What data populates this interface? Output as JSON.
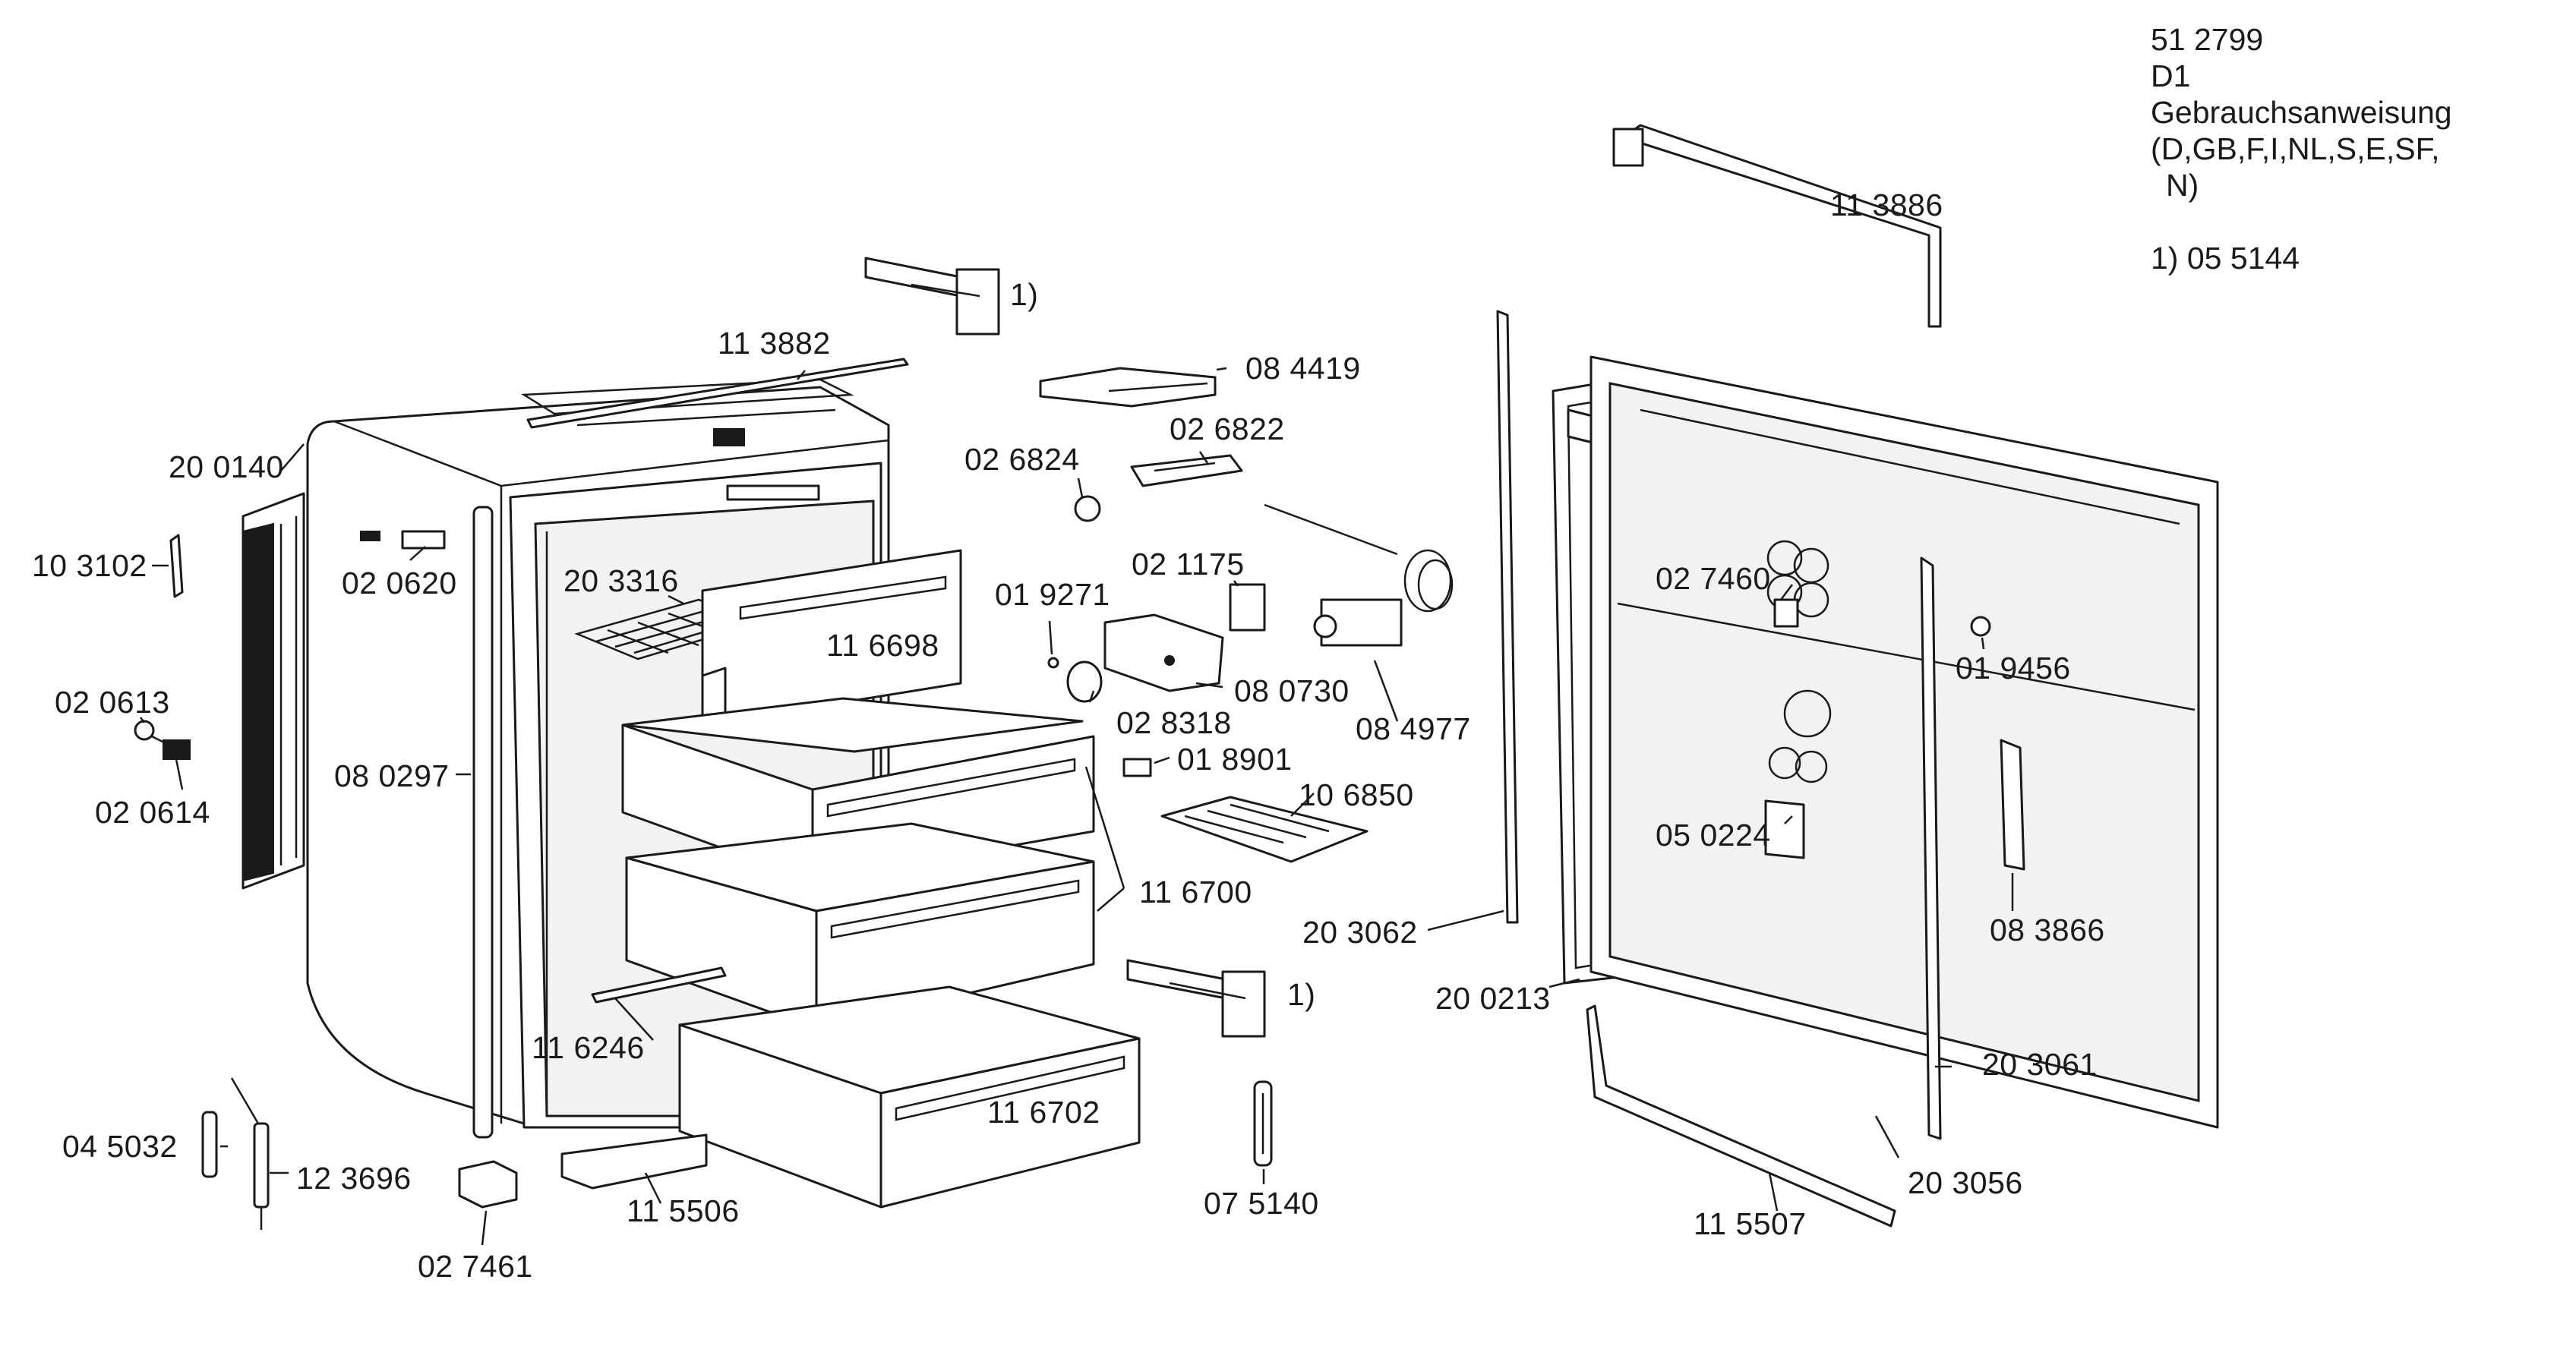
{
  "info": {
    "doc_number": "51 2799",
    "variant": "D1",
    "manual_title": "Gebrauchsanweisung",
    "languages_line1": "(D,GB,F,I,NL,S,E,SF,",
    "languages_line2": "N)",
    "footnote": "1) 05 5144"
  },
  "parts": {
    "p113886": "11 3886",
    "p113882": "11 3882",
    "p084419": "08 4419",
    "p026822": "02 6822",
    "p026824": "02 6824",
    "p201040": "20 0140",
    "p103102": "10 3102",
    "p020620": "02 0620",
    "p203316": "20 3316",
    "p116698": "11 6698",
    "p019271": "01 9271",
    "p021175": "02 1175",
    "p027460": "02 7460",
    "p019456": "01 9456",
    "p020613": "02 0613",
    "p020614": "02 0614",
    "p080297": "08 0297",
    "p080730": "08 0730",
    "p028318": "02 8318",
    "p084977": "08 4977",
    "p018901": "01 8901",
    "p106850": "10 6850",
    "p116700": "11 6700",
    "p050224": "05 0224",
    "p083866": "08 3866",
    "p203062": "20 3062",
    "p200213": "20 0213",
    "p116246": "11 6246",
    "p203061": "20 3061",
    "p116702": "11 6702",
    "p045032": "04 5032",
    "p123696": "12 3696",
    "p203056": "20 3056",
    "p115506": "11 5506",
    "p075140": "07 5140",
    "p115507": "11 5507",
    "p027461": "02 7461",
    "fn_a": "1)",
    "fn_b": "1)"
  }
}
